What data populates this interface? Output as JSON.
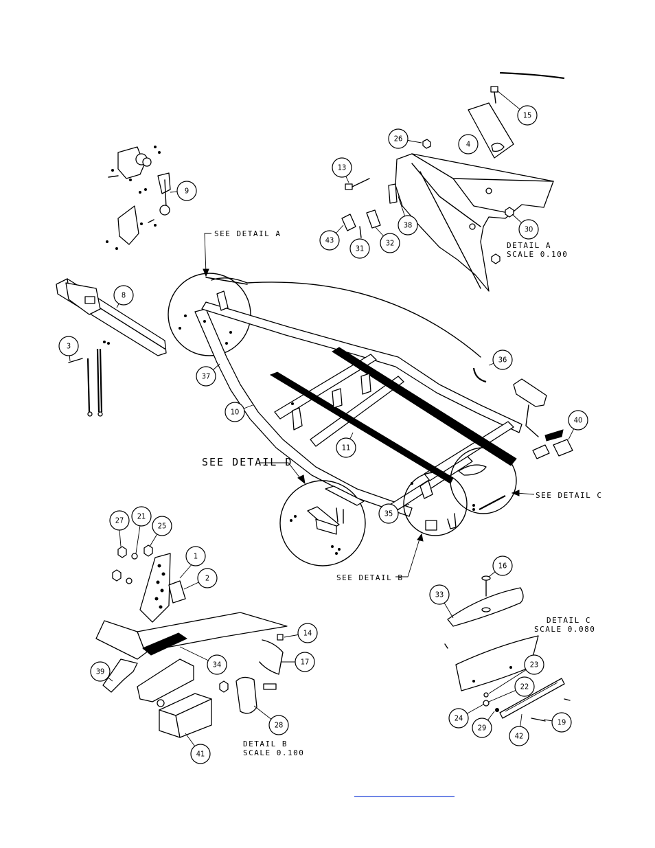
{
  "labels": {
    "see_detail_a": "SEE DETAIL  A",
    "see_detail_b": "SEE DETAIL  B",
    "see_detail_c": "SEE DETAIL  C",
    "see_detail_d": "SEE DETAIL  D",
    "detail_a_title": "DETAIL  A",
    "detail_a_scale": "SCALE  0.100",
    "detail_b_title": "DETAIL  B",
    "detail_b_scale": "SCALE  0.100",
    "detail_c_title": "DETAIL  C",
    "detail_c_scale": "SCALE  0.080"
  },
  "balloons": [
    "1",
    "2",
    "3",
    "4",
    "8",
    "9",
    "10",
    "11",
    "13",
    "14",
    "15",
    "16",
    "17",
    "19",
    "21",
    "22",
    "23",
    "24",
    "25",
    "26",
    "27",
    "28",
    "29",
    "30",
    "31",
    "32",
    "33",
    "34",
    "35",
    "36",
    "37",
    "38",
    "39",
    "40",
    "41",
    "42",
    "43"
  ]
}
